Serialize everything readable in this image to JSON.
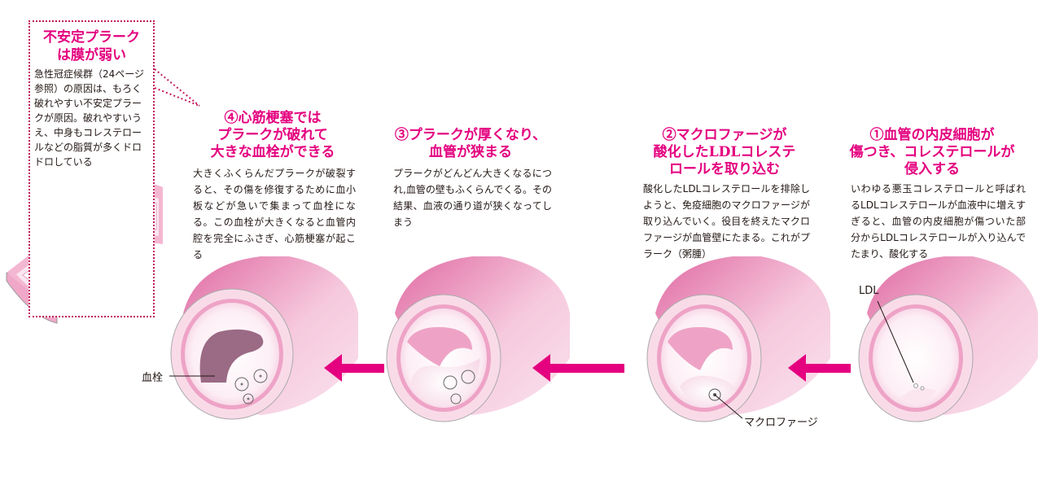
{
  "callout": {
    "title_line1": "不安定プラーク",
    "title_line2": "は膜が弱い",
    "body": "急性冠症候群（24ページ参照）の原因は、もろく破れやすい不安定プラークが原因。破れやすいうえ、中身もコレステロールなどの脂質が多くドロドロしている"
  },
  "stages": [
    {
      "title_lines": [
        "①血管の内皮細胞が",
        "傷つき、コレステロールが",
        "侵入する"
      ],
      "body": "いわゆる悪玉コレステロールと呼ばれるLDLコレステロールが血液中に増えすぎると、血管の内皮細胞が傷ついた部分からLDLコレステロールが入り込んでたまり、酸化する",
      "label": "LDL"
    },
    {
      "title_lines": [
        "②マクロファージが",
        "酸化したLDLコレステ",
        "ロールを取り込む"
      ],
      "body": "酸化したLDLコレステロールを排除しようと、免疫細胞のマクロファージが取り込んでいく。役目を終えたマクロファージが血管壁にたまる。これがプラーク（粥腫）",
      "label": "マクロファージ"
    },
    {
      "title_lines": [
        "③プラークが厚くなり、",
        "血管が狭まる"
      ],
      "body": "プラークがどんどん大きくなるにつれ,血管の壁もふくらんでくる。その結果、血液の通り道が狭くなってしまう"
    },
    {
      "title_lines": [
        "④心筋梗塞では",
        "プラークが破れて",
        "大きな血栓ができる"
      ],
      "body": "大きくふくらんだプラークが破裂すると、その傷を修復するために血小板などが急いで集まって血栓になる。この血栓が大きくなると血管内腔を完全にふさぎ、心筋梗塞が起こる",
      "label": "血栓"
    }
  ],
  "colors": {
    "accent": "#e4007f",
    "vessel_outer": "#f2a6c8",
    "vessel_inner": "#e888b4",
    "lumen": "#fdf6fa",
    "thrombus": "#9b6a85"
  },
  "icons": [
    "arrow-left-icon",
    "vessel-cross-section-icon",
    "macrophage-cell-icon"
  ]
}
